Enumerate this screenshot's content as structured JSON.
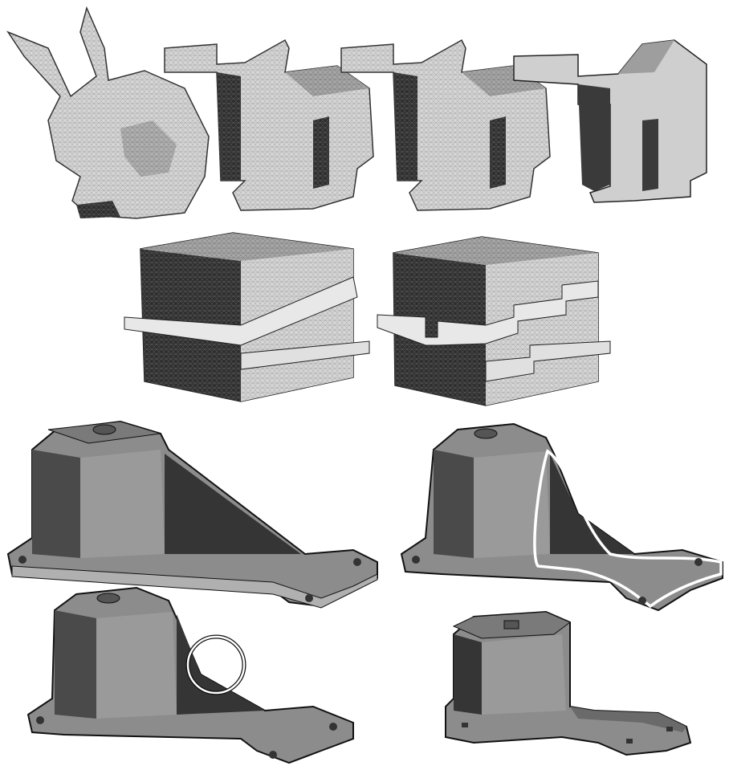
{
  "figure": {
    "rows": [
      {
        "name": "bunny-row",
        "panels": [
          {
            "name": "bunny-original",
            "style": "organic",
            "shading": "light-grey-mesh"
          },
          {
            "name": "bunny-polycube-1",
            "style": "polycube",
            "shading": "light-grey-mesh"
          },
          {
            "name": "bunny-polycube-2",
            "style": "polycube",
            "shading": "light-grey-mesh"
          },
          {
            "name": "bunny-polycube-3",
            "style": "polycube",
            "shading": "flat-grey"
          }
        ]
      },
      {
        "name": "cube-row",
        "panels": [
          {
            "name": "cube-slanted-groove",
            "style": "cube",
            "groove": "slanted"
          },
          {
            "name": "cube-stepped-groove",
            "style": "cube",
            "groove": "stepped"
          }
        ]
      },
      {
        "name": "bracket-row-1",
        "panels": [
          {
            "name": "bracket-original",
            "style": "bracket"
          },
          {
            "name": "bracket-highlighted-rib",
            "style": "bracket",
            "highlight": "outline"
          }
        ]
      },
      {
        "name": "bracket-row-2",
        "panels": [
          {
            "name": "bracket-circled-defect",
            "style": "bracket",
            "highlight": "circle"
          },
          {
            "name": "bracket-polycube",
            "style": "polycube-bracket"
          }
        ]
      }
    ],
    "colors": {
      "mesh_light": "#d8d8d8",
      "mesh_mid": "#a8a8a8",
      "mesh_dark": "#3a3a3a",
      "outline": "#111111",
      "highlight": "#ffffff"
    }
  }
}
